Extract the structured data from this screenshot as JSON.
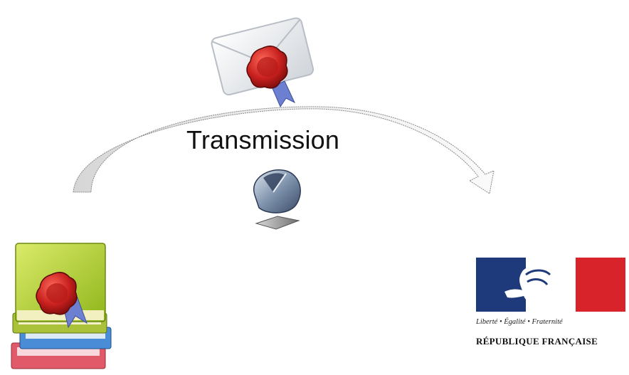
{
  "diagram": {
    "label": "Transmission",
    "nodes": [
      {
        "id": "envelope",
        "icon": "sealed-envelope-icon"
      },
      {
        "id": "mouse",
        "icon": "computer-mouse-icon"
      },
      {
        "id": "source",
        "icon": "sealed-books-icon"
      },
      {
        "id": "destination",
        "icon": "republique-francaise-logo"
      }
    ],
    "edge": {
      "from": "source",
      "to": "destination",
      "style": "curved-arrow"
    }
  },
  "logo": {
    "motto": "Liberté • Égalité • Fraternité",
    "name": "RÉPUBLIQUE FRANÇAISE"
  },
  "colors": {
    "seal": "#c8201e",
    "ribbon": "#6d7fd0",
    "book_green": "#b7d635",
    "flag_blue": "#1f3a7a",
    "flag_red": "#d8232a"
  }
}
